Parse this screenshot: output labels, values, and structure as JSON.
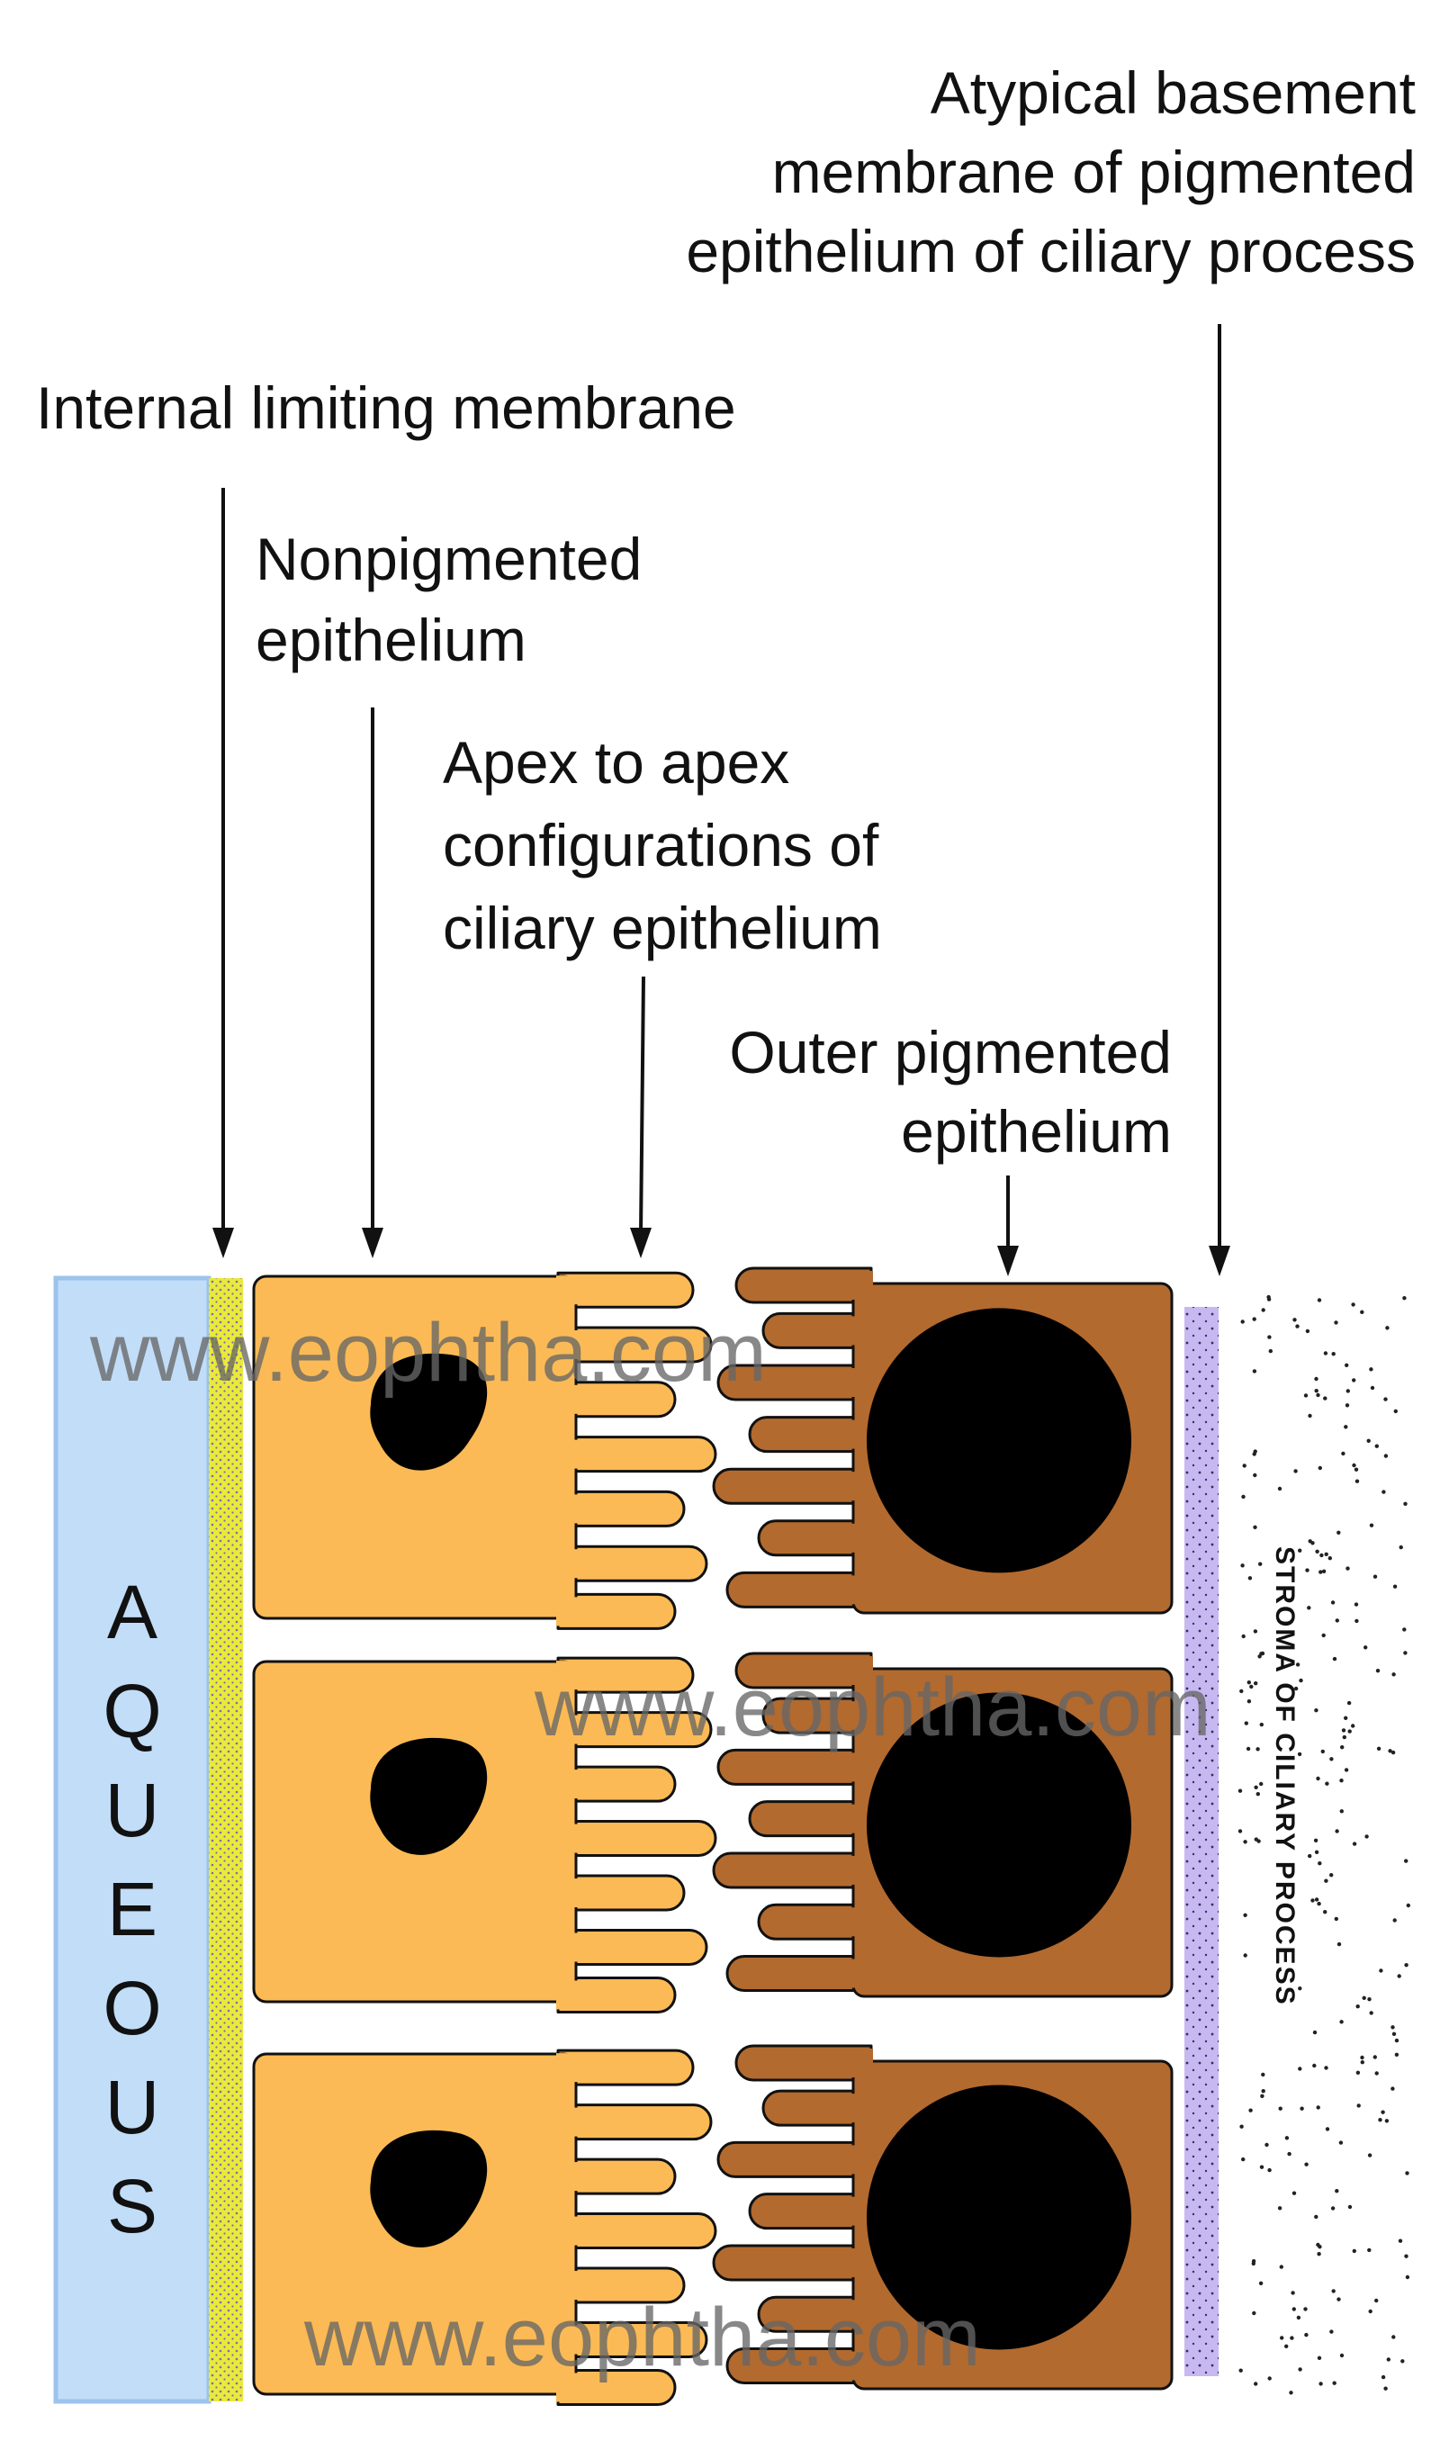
{
  "labels": {
    "atypical_basement_membrane": [
      "Atypical basement",
      "membrane of pigmented",
      "epithelium of ciliary process"
    ],
    "internal_limiting_membrane": [
      "Internal limiting membrane"
    ],
    "nonpigmented_epithelium": [
      "Nonpigmented",
      "epithelium"
    ],
    "apex_to_apex": [
      "Apex to apex",
      "configurations of",
      "ciliary epithelium"
    ],
    "outer_pigmented_epithelium": [
      "Outer pigmented",
      "epithelium"
    ]
  },
  "aqueous_letters": [
    "A",
    "Q",
    "U",
    "E",
    "O",
    "U",
    "S"
  ],
  "stroma_label": "STROMA OF CILIARY PROCESS",
  "watermark": "www.eophtha.com",
  "colors": {
    "aqueous": "#C2DDF8",
    "aqueous_border": "#9BC3EC",
    "internal_limiting_membrane": "#E8EA3C",
    "nonpigmented_epithelium": "#FBBA55",
    "pigmented_epithelium": "#B36A2E",
    "nucleus": "#000000",
    "basement_membrane": "#C8B8F2"
  }
}
